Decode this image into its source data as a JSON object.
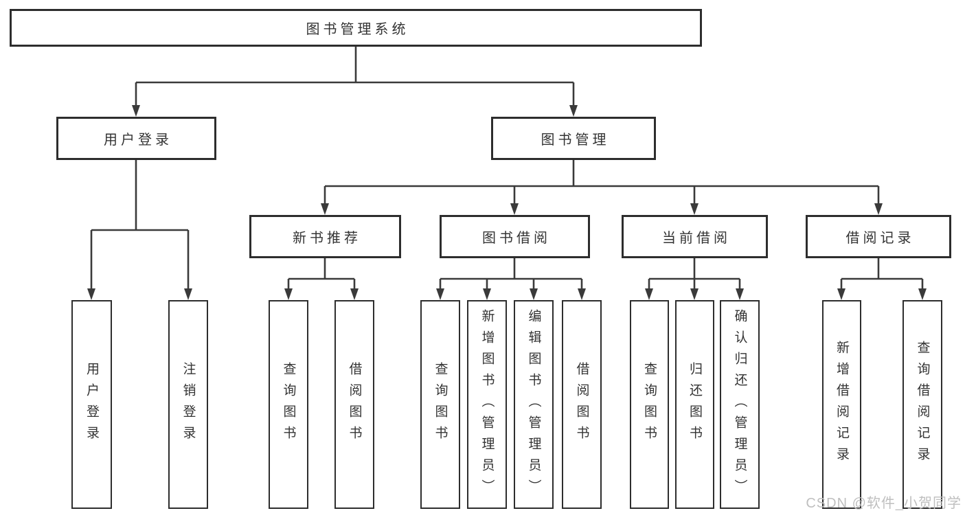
{
  "diagram": {
    "root": {
      "label": "图书管理系统"
    },
    "branches": [
      {
        "label": "用户登录"
      },
      {
        "label": "图书管理"
      }
    ],
    "modules": [
      {
        "label": "新书推荐"
      },
      {
        "label": "图书借阅"
      },
      {
        "label": "当前借阅"
      },
      {
        "label": "借阅记录"
      }
    ],
    "leaves": [
      {
        "label": "用户登录"
      },
      {
        "label": "注销登录"
      },
      {
        "label": "查询图书"
      },
      {
        "label": "借阅图书"
      },
      {
        "label": "查询图书"
      },
      {
        "label": "新增图书（管理员）"
      },
      {
        "label": "编辑图书（管理员）"
      },
      {
        "label": "借阅图书"
      },
      {
        "label": "查询图书"
      },
      {
        "label": "归还图书"
      },
      {
        "label": "确认归还（管理员）"
      },
      {
        "label": "新增借阅记录"
      },
      {
        "label": "查询借阅记录"
      }
    ]
  },
  "watermark": {
    "text": "CSDN @软件_小贺同学"
  },
  "colors": {
    "line": "#3a3a3a",
    "box_border": "#2d2d2d",
    "text": "#333333",
    "watermark": "#bfbfbf",
    "background": "#ffffff"
  }
}
